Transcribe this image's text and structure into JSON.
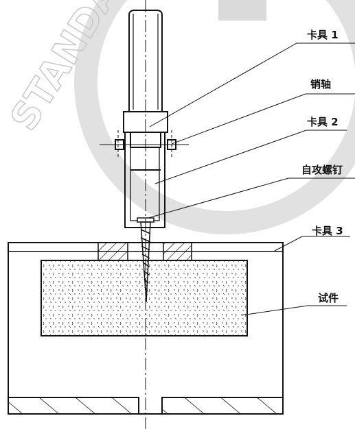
{
  "figure": {
    "labels": {
      "fixture1": "卡具 1",
      "pin": "销轴",
      "fixture2": "卡具 2",
      "screw": "自攻螺钉",
      "fixture3": "卡具 3",
      "specimen": "试件"
    },
    "watermark": {
      "text": "STANDARDS",
      "color": "#bdbdbd"
    }
  },
  "colors": {
    "line": "#111111",
    "watermark": "#c7c7c7"
  }
}
